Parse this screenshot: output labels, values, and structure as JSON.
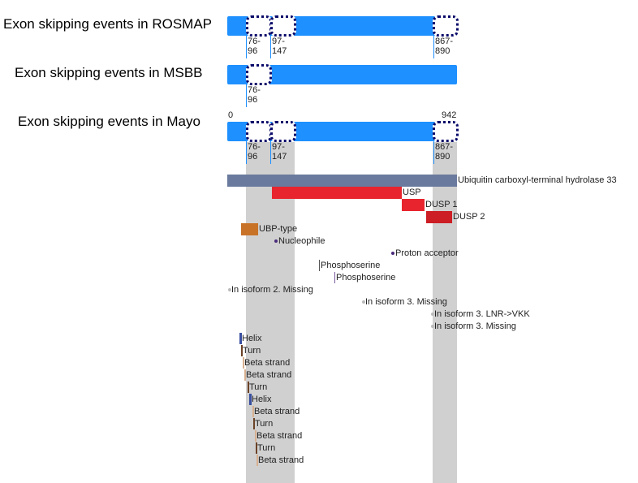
{
  "tracks": {
    "rosmap": "Exon skipping events in ROSMAP",
    "msbb": "Exon skipping events in MSBB",
    "mayo": "Exon skipping events in Mayo"
  },
  "axis": {
    "start": "0",
    "end": "942"
  },
  "exons": {
    "e1": "76-\n96",
    "e2": "97-\n147",
    "e3": "867-\n890"
  },
  "features": {
    "protein": "Ubiquitin carboxyl-terminal hydrolase 33",
    "usp": "USP",
    "dusp1": "DUSP 1",
    "dusp2": "DUSP 2",
    "ubp": "UBP-type",
    "nucleophile": "Nucleophile",
    "proton": "Proton acceptor",
    "phos1": "Phosphoserine",
    "phos2": "Phosphoserine",
    "iso2": "In isoform 2. Missing",
    "iso3a": "In isoform 3. Missing",
    "iso3b": "In isoform 3. LNR->VKK",
    "iso3c": "In isoform 3. Missing"
  },
  "ss": [
    "Helix",
    "Turn",
    "Beta strand",
    "Beta strand",
    "Turn",
    "Helix",
    "Beta strand",
    "Turn",
    "Beta strand",
    "Turn",
    "Beta strand"
  ],
  "colors": {
    "bar": "#1e90ff",
    "protein": "#6a7a9e",
    "usp": "#e8252e",
    "dusp": "#cc1e24",
    "ubp": "#c87228",
    "helix": "#3a4fa0",
    "turn": "#6b4226",
    "strand": "#d8b090"
  }
}
